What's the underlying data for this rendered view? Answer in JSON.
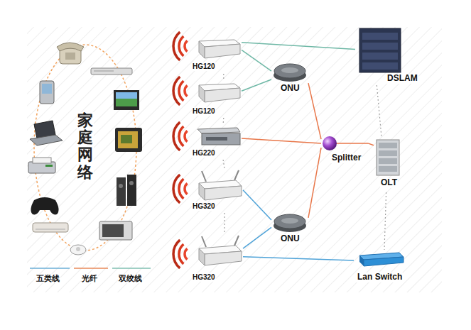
{
  "diagram": {
    "nodes": [
      {
        "text": [
          "HG120"
        ]
      },
      {
        "text": [
          "HG120"
        ]
      },
      {
        "text": [
          "HG220"
        ]
      },
      {
        "text": [
          "HG320"
        ]
      },
      {
        "text": [
          "HG320"
        ]
      },
      {
        "text": [
          "ONU"
        ]
      },
      {
        "text": [
          "ONU"
        ]
      },
      {
        "text": [
          "Splitter"
        ]
      },
      {
        "text": [
          "DSLAM"
        ]
      },
      {
        "text": [
          "OLT"
        ]
      },
      {
        "text": [
          "Lan Switch"
        ]
      }
    ],
    "edges": [
      {
        "from": 0,
        "to": 8,
        "arrow": "none"
      },
      {
        "from": 0,
        "to": 5,
        "arrow": "none"
      },
      {
        "from": 1,
        "to": 5,
        "arrow": "none"
      },
      {
        "from": 5,
        "to": 7,
        "arrow": "none"
      },
      {
        "from": 2,
        "to": 7,
        "arrow": "none"
      },
      {
        "from": 7,
        "to": 9,
        "arrow": "none"
      },
      {
        "from": 6,
        "to": 7,
        "arrow": "none"
      },
      {
        "from": 3,
        "to": 6,
        "arrow": "none"
      },
      {
        "from": 4,
        "to": 6,
        "arrow": "none"
      },
      {
        "from": 4,
        "to": 10,
        "arrow": "none"
      },
      {
        "from": 0,
        "to": 1,
        "arrow": "none"
      },
      {
        "from": 1,
        "to": 2,
        "arrow": "none"
      },
      {
        "from": 2,
        "to": 3,
        "arrow": "none"
      },
      {
        "from": 3,
        "to": 4,
        "arrow": "none"
      },
      {
        "from": 8,
        "to": 9,
        "arrow": "none"
      },
      {
        "from": 9,
        "to": 10,
        "arrow": "none"
      }
    ],
    "labels": [
      "家庭网络"
    ],
    "legend": [
      {
        "text": "五类线"
      },
      {
        "text": "光纤"
      },
      {
        "text": "双绞线"
      }
    ]
  }
}
